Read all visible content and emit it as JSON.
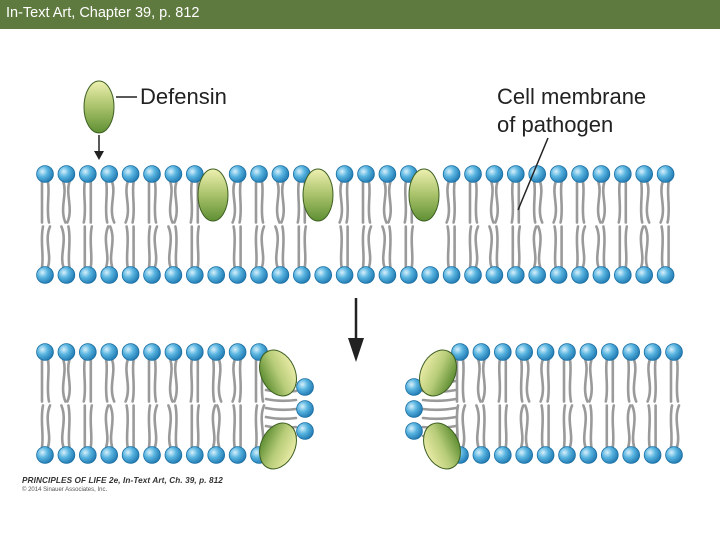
{
  "header": {
    "title": "In-Text Art, Chapter 39, p. 812"
  },
  "labels": {
    "defensin": "Defensin",
    "membrane_line1": "Cell membrane",
    "membrane_line2": "of pathogen"
  },
  "credit": {
    "line1": "PRINCIPLES OF LIFE 2e, In-Text Art, Ch. 39, p. 812",
    "line2": "© 2014 Sinauer Associates, Inc."
  },
  "colors": {
    "header_bg": "#5f7a3f",
    "lipid_head": "#4aa6d6",
    "lipid_tail": "#9a9a9a",
    "defensin_dark": "#6e9a3c",
    "defensin_light": "#e6e8a0"
  }
}
